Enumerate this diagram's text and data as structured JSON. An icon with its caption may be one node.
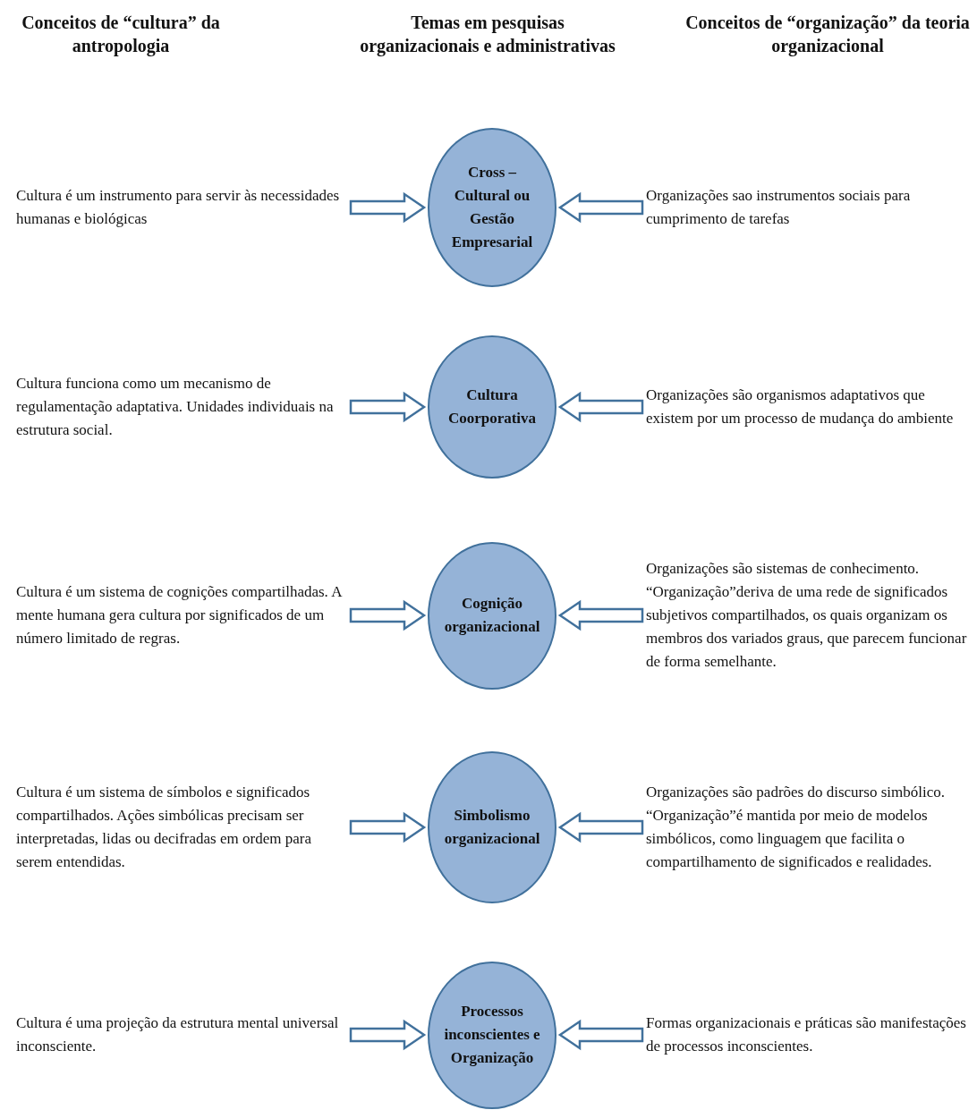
{
  "diagram": {
    "nodes": [
      {
        "text": [
          "Cultura é um instrumento para servir às necessidades humanas e biológicas"
        ]
      },
      {
        "text": [
          "Cross – Cultural ou Gestão Empresarial"
        ]
      },
      {
        "text": [
          "Organizações sao instrumentos sociais para cumprimento de tarefas"
        ]
      },
      {
        "text": [
          "Cultura funciona como um mecanismo de regulamentação adaptativa. Unidades individuais na estrutura social."
        ]
      },
      {
        "text": [
          "Cultura Coorporativa"
        ]
      },
      {
        "text": [
          "Organizações são organismos adaptativos que existem por um processo de mudança do ambiente"
        ]
      },
      {
        "text": [
          "Cultura é um sistema de cognições compartilhadas. A mente humana gera cultura por significados de um número limitado de regras."
        ]
      },
      {
        "text": [
          "Cognição organizacional"
        ]
      },
      {
        "text": [
          "Organizações são sistemas de conhecimento. “Organização”deriva de uma rede de significados subjetivos compartilhados, os quais organizam os membros dos variados graus, que parecem funcionar de forma semelhante."
        ]
      },
      {
        "text": [
          "Cultura é um sistema de símbolos e significados compartilhados. Ações simbólicas precisam ser interpretadas, lidas ou decifradas em ordem para serem entendidas."
        ]
      },
      {
        "text": [
          "Simbolismo organizacional"
        ]
      },
      {
        "text": [
          "Organizações são padrões do discurso simbólico. “Organização”é mantida por meio de modelos simbólicos, como linguagem que facilita o compartilhamento de significados e realidades."
        ]
      },
      {
        "text": [
          "Cultura é uma projeção da estrutura mental universal inconsciente."
        ]
      },
      {
        "text": [
          "Processos inconscientes e Organização"
        ]
      },
      {
        "text": [
          "Formas organizacionais e práticas são manifestações de processos inconscientes."
        ]
      }
    ],
    "edges": [
      {
        "from": 0,
        "to": 1,
        "arrow": "to"
      },
      {
        "from": 2,
        "to": 1,
        "arrow": "to"
      },
      {
        "from": 3,
        "to": 4,
        "arrow": "to"
      },
      {
        "from": 5,
        "to": 4,
        "arrow": "to"
      },
      {
        "from": 6,
        "to": 7,
        "arrow": "to"
      },
      {
        "from": 8,
        "to": 7,
        "arrow": "to"
      },
      {
        "from": 9,
        "to": 10,
        "arrow": "to"
      },
      {
        "from": 11,
        "to": 10,
        "arrow": "to"
      },
      {
        "from": 12,
        "to": 13,
        "arrow": "to"
      },
      {
        "from": 14,
        "to": 13,
        "arrow": "to"
      }
    ],
    "labels": [
      "Conceitos de “cultura” da antropologia",
      "Temas em pesquisas organizacionais e administrativas",
      "Conceitos de “organização” da teoria organizacional"
    ]
  }
}
